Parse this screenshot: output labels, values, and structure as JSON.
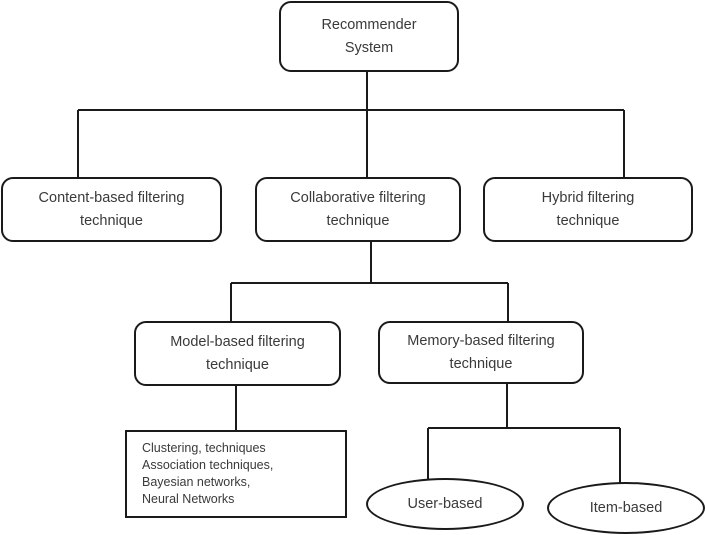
{
  "diagram": {
    "root": {
      "lines": [
        "Recommender",
        "System"
      ]
    },
    "level1": {
      "content_based": {
        "lines": [
          "Content-based filtering",
          "technique"
        ]
      },
      "collaborative": {
        "lines": [
          "Collaborative filtering",
          "technique"
        ]
      },
      "hybrid": {
        "lines": [
          "Hybrid filtering",
          "technique"
        ]
      }
    },
    "level2": {
      "model_based": {
        "lines": [
          "Model-based filtering",
          "technique"
        ]
      },
      "memory_based": {
        "lines": [
          "Memory-based filtering",
          "technique"
        ]
      }
    },
    "level3": {
      "model_techniques": {
        "lines": [
          "Clustering, techniques",
          "Association techniques,",
          "Bayesian networks,",
          "Neural Networks"
        ]
      },
      "user_based": {
        "label": "User-based"
      },
      "item_based": {
        "label": "Item-based"
      }
    },
    "colors": {
      "stroke": "#1a1a1a",
      "text": "#3a3a3a",
      "background": "#ffffff"
    }
  }
}
